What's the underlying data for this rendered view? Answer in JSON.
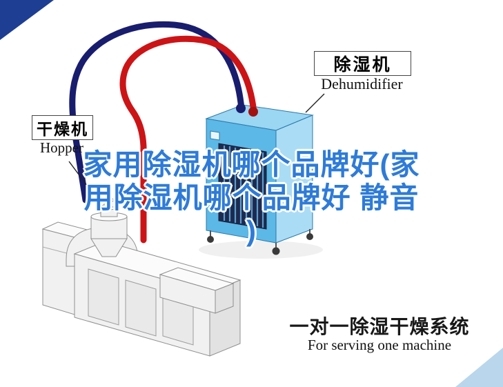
{
  "overlay_title": {
    "lines": [
      "家用除湿机哪个品牌好(家",
      "用除湿机哪个品牌好 静音",
      ")"
    ]
  },
  "labels": {
    "dehumidifier": {
      "cn": "除湿机",
      "en": "Dehumidifier"
    },
    "hopper": {
      "cn": "干燥机",
      "en": "Hopper"
    },
    "caption": {
      "cn": "一对一除湿干燥系统",
      "en": "For serving one machine"
    }
  },
  "colors": {
    "overlay_blue": "#2e7bd8",
    "hose_red": "#cc1417",
    "hose_navy": "#191d6e",
    "cabinet_front": "#5cb8e6",
    "cabinet_top": "#9bd6f2",
    "cabinet_side": "#aadcf5",
    "vent_dark": "#1e2a4e",
    "corner_dark": "#1d3e93",
    "corner_light": "#b9d6ec"
  }
}
